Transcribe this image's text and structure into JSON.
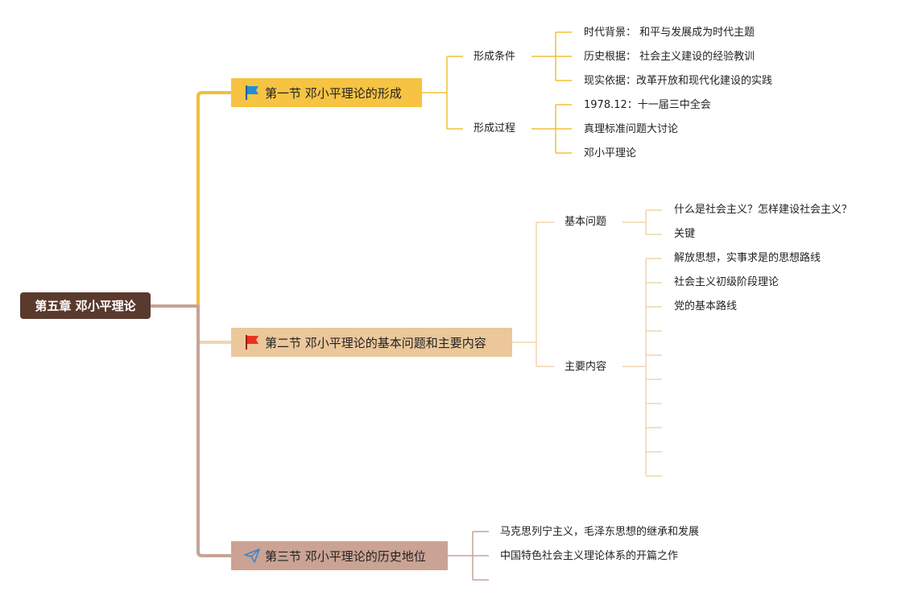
{
  "root": {
    "label": "第五章 邓小平理论"
  },
  "sections": [
    {
      "label": "第一节 邓小平理论的形成",
      "icon": "blue-flag-icon",
      "groups": [
        {
          "label": "形成条件",
          "items": [
            "时代背景： 和平与发展成为时代主题",
            "历史根据： 社会主义建设的经验教训",
            "现实依据：改革开放和现代化建设的实践"
          ]
        },
        {
          "label": "形成过程",
          "items": [
            "1978.12：十一届三中全会",
            "真理标准问题大讨论",
            "邓小平理论"
          ]
        }
      ]
    },
    {
      "label": "第二节 邓小平理论的基本问题和主要内容",
      "icon": "red-flag-icon",
      "groups": [
        {
          "label": "基本问题",
          "items": [
            "什么是社会主义？怎样建设社会主义？",
            "关键"
          ]
        },
        {
          "label": "主要内容",
          "items": [
            "解放思想，实事求是的思想路线",
            "社会主义初级阶段理论",
            "党的基本路线",
            "",
            "",
            "",
            "",
            "",
            "",
            ""
          ]
        }
      ]
    },
    {
      "label": "第三节 邓小平理论的历史地位",
      "icon": "paper-plane-icon",
      "items": [
        "马克思列宁主义，毛泽东思想的继承和发展",
        "中国特色社会主义理论体系的开篇之作",
        ""
      ]
    }
  ],
  "colors": {
    "root_bg": "#5b3a2e",
    "section1": "#f6c343",
    "section2": "#ebc79b",
    "section3": "#caa394",
    "branch1": "#f2c036",
    "branch2": "#efd6ac",
    "branch3": "#c7a395",
    "flag_blue": "#1e90d6",
    "flag_red": "#e8321e",
    "plane_blue": "#3a86c8"
  }
}
